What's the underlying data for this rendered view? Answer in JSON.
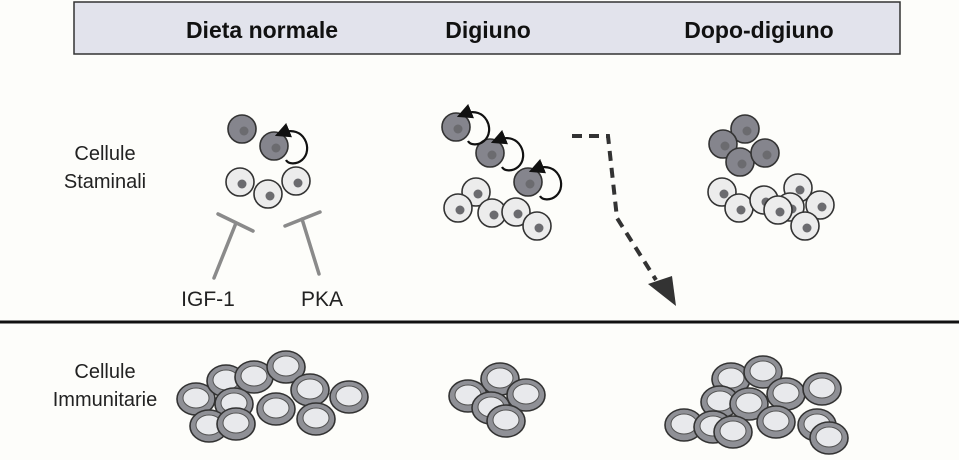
{
  "header": {
    "columns": [
      "Dieta normale",
      "Digiuno",
      "Dopo-digiuno"
    ]
  },
  "rows": {
    "stem": {
      "line1": "Cellule",
      "line2": "Staminali"
    },
    "immune": {
      "line1": "Cellule",
      "line2": "Immunitarie"
    }
  },
  "regulators": {
    "igf": "IGF-1",
    "pka": "PKA"
  },
  "colors": {
    "header_fill": "#e2e3ec",
    "dark_cell": "#85858d",
    "light_cell": "#ececec",
    "nucleus": "#6b6b6f",
    "immune_cell": "#c9cacf",
    "inhibitor": "#8a8a8a"
  }
}
